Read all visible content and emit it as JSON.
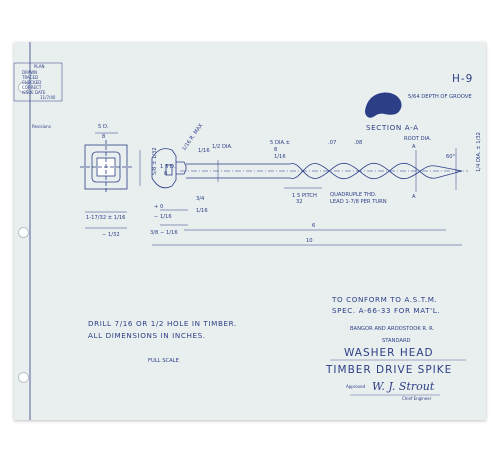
{
  "sheet_number": "H-9",
  "revisions_label": "Revisions",
  "plan_box": {
    "heading": "PLAN",
    "lines": [
      "DRAWN",
      "TRACED",
      "CHECKED",
      "CORRECT",
      "ISSUE   DATE",
      "11/7/40"
    ]
  },
  "dims": {
    "sd": "5 D.",
    "sd_den": "8",
    "outer_width": "1-17/32 ± 1/16",
    "inner_width": "− 1/32",
    "head_height": "5/8 ± 1/32",
    "radius": "1/16 R. MAX",
    "dia_small": "1/2 DIA.",
    "dia_16": "1/16",
    "sd_eighth": "1 5 D.",
    "sd_eighth_den": "8",
    "tol_top": "+ 0",
    "tol_mid": "− 1/16",
    "tol_bot": "3/8 − 1/16",
    "tol_a": "3/4",
    "tol_b": "1/16",
    "dia_spike": "5 DIA.±",
    "dia_spike_den": "8",
    "dia_spike_tol": "1/16",
    "spike_07": ".07",
    "spike_08": ".08",
    "root_dia": "ROOT DIA.",
    "pitch": "1 5 PITCH",
    "pitch_den": "32",
    "quad": "QUADRUPLE THD.",
    "lead": "LEAD 1-7/8 PER TURN",
    "angle": "60°",
    "tip_dia": "1/4 DIA. ± 1/32",
    "len_6": "6",
    "len_10": "10",
    "groove": "5/64 DEPTH OF GROOVE",
    "section": "SECTION A-A",
    "sec_a": "A"
  },
  "notes": {
    "conform_1": "TO CONFORM TO A.S.T.M.",
    "conform_2": "SPEC. A-66-33 FOR MAT'L.",
    "drill_1": "DRILL 7/16 OR 1/2 HOLE IN TIMBER.",
    "drill_2": "ALL DIMENSIONS IN INCHES.",
    "scale": "FULL SCALE"
  },
  "title_block": {
    "railroad": "BANGOR AND AROOSTOOK R. R.",
    "standard": "STANDARD",
    "line1": "WASHER HEAD",
    "line2": "TIMBER DRIVE SPIKE",
    "approved_label": "Approved",
    "signature": "W. J. Strout",
    "signer_title": "Chief Engineer"
  },
  "colors": {
    "ink": "#2c3f86",
    "paper": "#e9eeef"
  }
}
